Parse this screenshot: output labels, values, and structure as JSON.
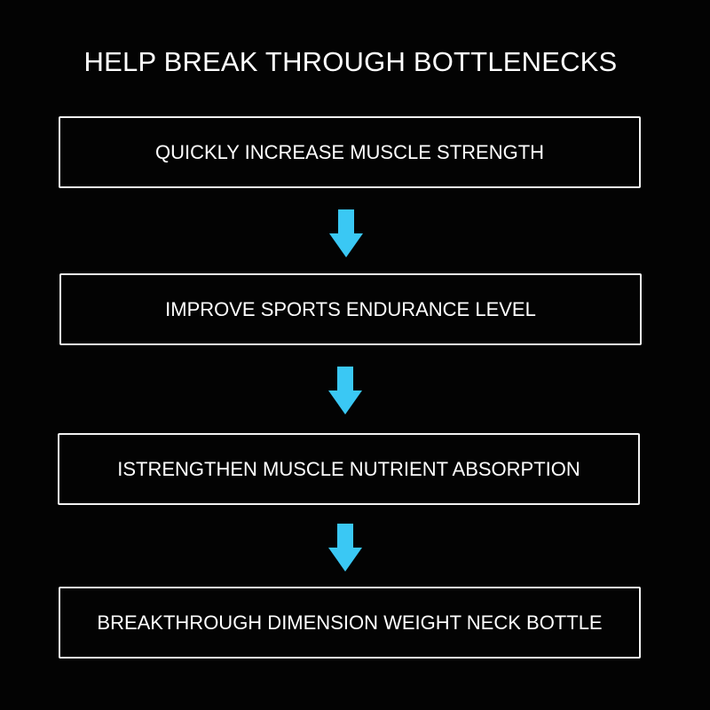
{
  "title": "HELP BREAK THROUGH BOTTLENECKS",
  "arrow_color": "#3ac8f4",
  "steps": [
    {
      "label": "QUICKLY INCREASE MUSCLE STRENGTH"
    },
    {
      "label": "IMPROVE SPORTS ENDURANCE LEVEL"
    },
    {
      "label": "ISTRENGTHEN MUSCLE NUTRIENT ABSORPTION"
    },
    {
      "label": "BREAKTHROUGH DIMENSION WEIGHT NECK BOTTLE"
    }
  ],
  "arrows": [
    {
      "icon": "arrow-down-icon"
    },
    {
      "icon": "arrow-down-icon"
    },
    {
      "icon": "arrow-down-icon"
    }
  ]
}
